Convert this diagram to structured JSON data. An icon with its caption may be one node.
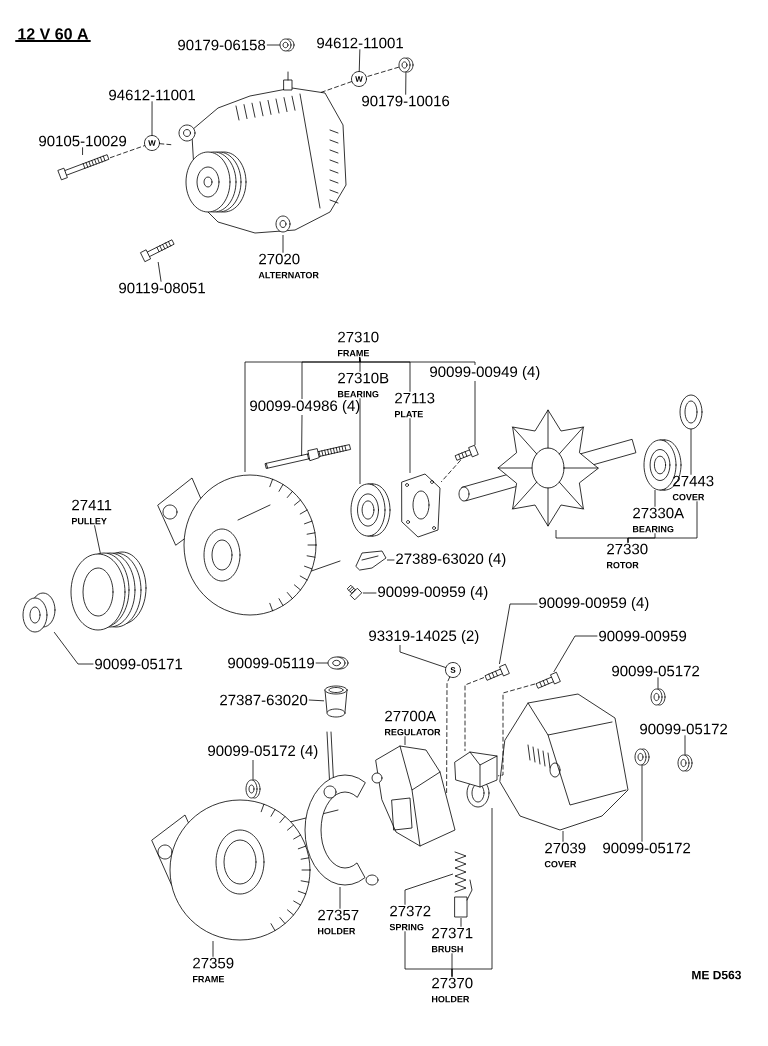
{
  "diagram": {
    "title": "12 V 60 A",
    "nodes": [
      {
        "text": [
          "90179-06158"
        ]
      },
      {
        "text": [],
        "shape": "picture"
      },
      {
        "text": [
          "94612-11001"
        ]
      },
      {
        "text": [
          "W"
        ]
      },
      {
        "text": [],
        "shape": "picture"
      },
      {
        "text": [
          "90179-10016"
        ]
      },
      {
        "text": [
          "94612-11001"
        ]
      },
      {
        "text": [
          "W"
        ]
      },
      {
        "text": [
          "90105-10029"
        ]
      },
      {
        "text": [],
        "shape": "picture"
      },
      {
        "text": [],
        "shape": "picture"
      },
      {
        "text": [
          "27020",
          "ALTERNATOR"
        ]
      },
      {
        "text": [],
        "shape": "picture"
      },
      {
        "text": [
          "90119-08051"
        ]
      },
      {
        "text": [
          "27310",
          "FRAME"
        ]
      },
      {
        "text": [],
        "shape": "picture"
      },
      {
        "text": [
          "90099-04986 (4)"
        ]
      },
      {
        "text": [],
        "shape": "picture"
      },
      {
        "text": [
          "27310B",
          "BEARING"
        ]
      },
      {
        "text": [],
        "shape": "picture"
      },
      {
        "text": [
          "27113",
          "PLATE"
        ]
      },
      {
        "text": [],
        "shape": "picture"
      },
      {
        "text": [
          "90099-00949 (4)"
        ]
      },
      {
        "text": [],
        "shape": "picture"
      },
      {
        "text": [],
        "shape": "picture"
      },
      {
        "text": [],
        "shape": "picture"
      },
      {
        "text": [],
        "shape": "picture"
      },
      {
        "text": [
          "27443",
          "COVER"
        ]
      },
      {
        "text": [
          "27330A",
          "BEARING"
        ]
      },
      {
        "text": [
          "27330",
          "ROTOR"
        ]
      },
      {
        "text": [
          "27411",
          "PULLEY"
        ]
      },
      {
        "text": [],
        "shape": "picture"
      },
      {
        "text": [],
        "shape": "picture"
      },
      {
        "text": [
          "90099-05171"
        ]
      },
      {
        "text": [],
        "shape": "picture"
      },
      {
        "text": [
          "27389-63020 (4)"
        ]
      },
      {
        "text": [],
        "shape": "picture"
      },
      {
        "text": [
          "90099-00959 (4)"
        ]
      },
      {
        "text": [
          "93319-14025 (2)"
        ]
      },
      {
        "text": [
          "S"
        ]
      },
      {
        "text": [
          "90099-05119"
        ]
      },
      {
        "text": [],
        "shape": "picture"
      },
      {
        "text": [
          "27387-63020"
        ]
      },
      {
        "text": [],
        "shape": "picture"
      },
      {
        "text": [
          "90099-00959 (4)"
        ]
      },
      {
        "text": [],
        "shape": "picture"
      },
      {
        "text": [
          "90099-00959"
        ]
      },
      {
        "text": [],
        "shape": "picture"
      },
      {
        "text": [
          "90099-05172"
        ]
      },
      {
        "text": [],
        "shape": "picture"
      },
      {
        "text": [
          "90099-05172"
        ]
      },
      {
        "text": [],
        "shape": "picture"
      },
      {
        "text": [],
        "shape": "picture"
      },
      {
        "text": [
          "90099-05172"
        ]
      },
      {
        "text": [],
        "shape": "picture"
      },
      {
        "text": [
          "27039",
          "COVER"
        ]
      },
      {
        "text": [
          "27700A",
          "REGULATOR"
        ]
      },
      {
        "text": [],
        "shape": "picture"
      },
      {
        "text": [],
        "shape": "picture"
      },
      {
        "text": [
          "90099-05172 (4)"
        ]
      },
      {
        "text": [],
        "shape": "picture"
      },
      {
        "text": [],
        "shape": "picture"
      },
      {
        "text": [
          "27359",
          "FRAME"
        ]
      },
      {
        "text": [],
        "shape": "picture"
      },
      {
        "text": [
          "27357",
          "HOLDER"
        ]
      },
      {
        "text": [],
        "shape": "picture"
      },
      {
        "text": [
          "27372",
          "SPRING"
        ]
      },
      {
        "text": [],
        "shape": "picture"
      },
      {
        "text": [
          "27371",
          "BRUSH"
        ]
      },
      {
        "text": [
          "27370",
          "HOLDER"
        ]
      }
    ],
    "edges": [
      {
        "from": 0,
        "to": 1,
        "arrow": "none"
      },
      {
        "from": 2,
        "to": 3,
        "arrow": "none"
      },
      {
        "from": 5,
        "to": 4,
        "arrow": "none"
      },
      {
        "from": 6,
        "to": 7,
        "arrow": "none"
      },
      {
        "from": 8,
        "to": 9,
        "arrow": "none"
      },
      {
        "from": 11,
        "to": 10,
        "arrow": "none"
      },
      {
        "from": 13,
        "to": 12,
        "arrow": "none"
      },
      {
        "from": 9,
        "to": 7,
        "arrow": "none",
        "style": "dashed"
      },
      {
        "from": 7,
        "to": 10,
        "arrow": "none",
        "style": "dashed"
      },
      {
        "from": 4,
        "to": 3,
        "arrow": "none",
        "style": "dashed"
      },
      {
        "from": 3,
        "to": 10,
        "arrow": "none",
        "style": "dashed"
      },
      {
        "from": 14,
        "to": 15,
        "arrow": "none"
      },
      {
        "from": 14,
        "to": 16,
        "arrow": "none"
      },
      {
        "from": 14,
        "to": 18,
        "arrow": "none"
      },
      {
        "from": 14,
        "to": 20,
        "arrow": "none"
      },
      {
        "from": 14,
        "to": 22,
        "arrow": "none"
      },
      {
        "from": 16,
        "to": 17,
        "arrow": "none"
      },
      {
        "from": 18,
        "to": 19,
        "arrow": "none"
      },
      {
        "from": 20,
        "to": 21,
        "arrow": "none"
      },
      {
        "from": 22,
        "to": 23,
        "arrow": "none"
      },
      {
        "from": 23,
        "to": 21,
        "arrow": "none",
        "style": "dashed"
      },
      {
        "from": 29,
        "to": 24,
        "arrow": "none"
      },
      {
        "from": 29,
        "to": 28,
        "arrow": "none"
      },
      {
        "from": 29,
        "to": 27,
        "arrow": "none"
      },
      {
        "from": 28,
        "to": 25,
        "arrow": "none"
      },
      {
        "from": 27,
        "to": 26,
        "arrow": "none"
      },
      {
        "from": 30,
        "to": 31,
        "arrow": "none"
      },
      {
        "from": 33,
        "to": 32,
        "arrow": "none"
      },
      {
        "from": 35,
        "to": 34,
        "arrow": "none"
      },
      {
        "from": 37,
        "to": 36,
        "arrow": "none"
      },
      {
        "from": 38,
        "to": 39,
        "arrow": "none"
      },
      {
        "from": 40,
        "to": 41,
        "arrow": "none"
      },
      {
        "from": 42,
        "to": 43,
        "arrow": "none"
      },
      {
        "from": 44,
        "to": 45,
        "arrow": "none"
      },
      {
        "from": 46,
        "to": 47,
        "arrow": "none"
      },
      {
        "from": 48,
        "to": 49,
        "arrow": "none"
      },
      {
        "from": 50,
        "to": 51,
        "arrow": "none"
      },
      {
        "from": 53,
        "to": 52,
        "arrow": "none"
      },
      {
        "from": 55,
        "to": 54,
        "arrow": "none"
      },
      {
        "from": 56,
        "to": 57,
        "arrow": "none"
      },
      {
        "from": 59,
        "to": 60,
        "arrow": "none"
      },
      {
        "from": 62,
        "to": 61,
        "arrow": "none"
      },
      {
        "from": 64,
        "to": 63,
        "arrow": "none"
      },
      {
        "from": 66,
        "to": 65,
        "arrow": "none"
      },
      {
        "from": 68,
        "to": 67,
        "arrow": "none"
      },
      {
        "from": 69,
        "to": 66,
        "arrow": "none"
      },
      {
        "from": 69,
        "to": 68,
        "arrow": "none"
      },
      {
        "from": 69,
        "to": 58,
        "arrow": "none"
      },
      {
        "from": 39,
        "to": 57,
        "arrow": "none",
        "style": "dashed"
      },
      {
        "from": 45,
        "to": 58,
        "arrow": "none",
        "style": "dashed"
      },
      {
        "from": 47,
        "to": 58,
        "arrow": "none",
        "style": "dashed"
      }
    ],
    "labels": [
      "ME D563"
    ]
  }
}
